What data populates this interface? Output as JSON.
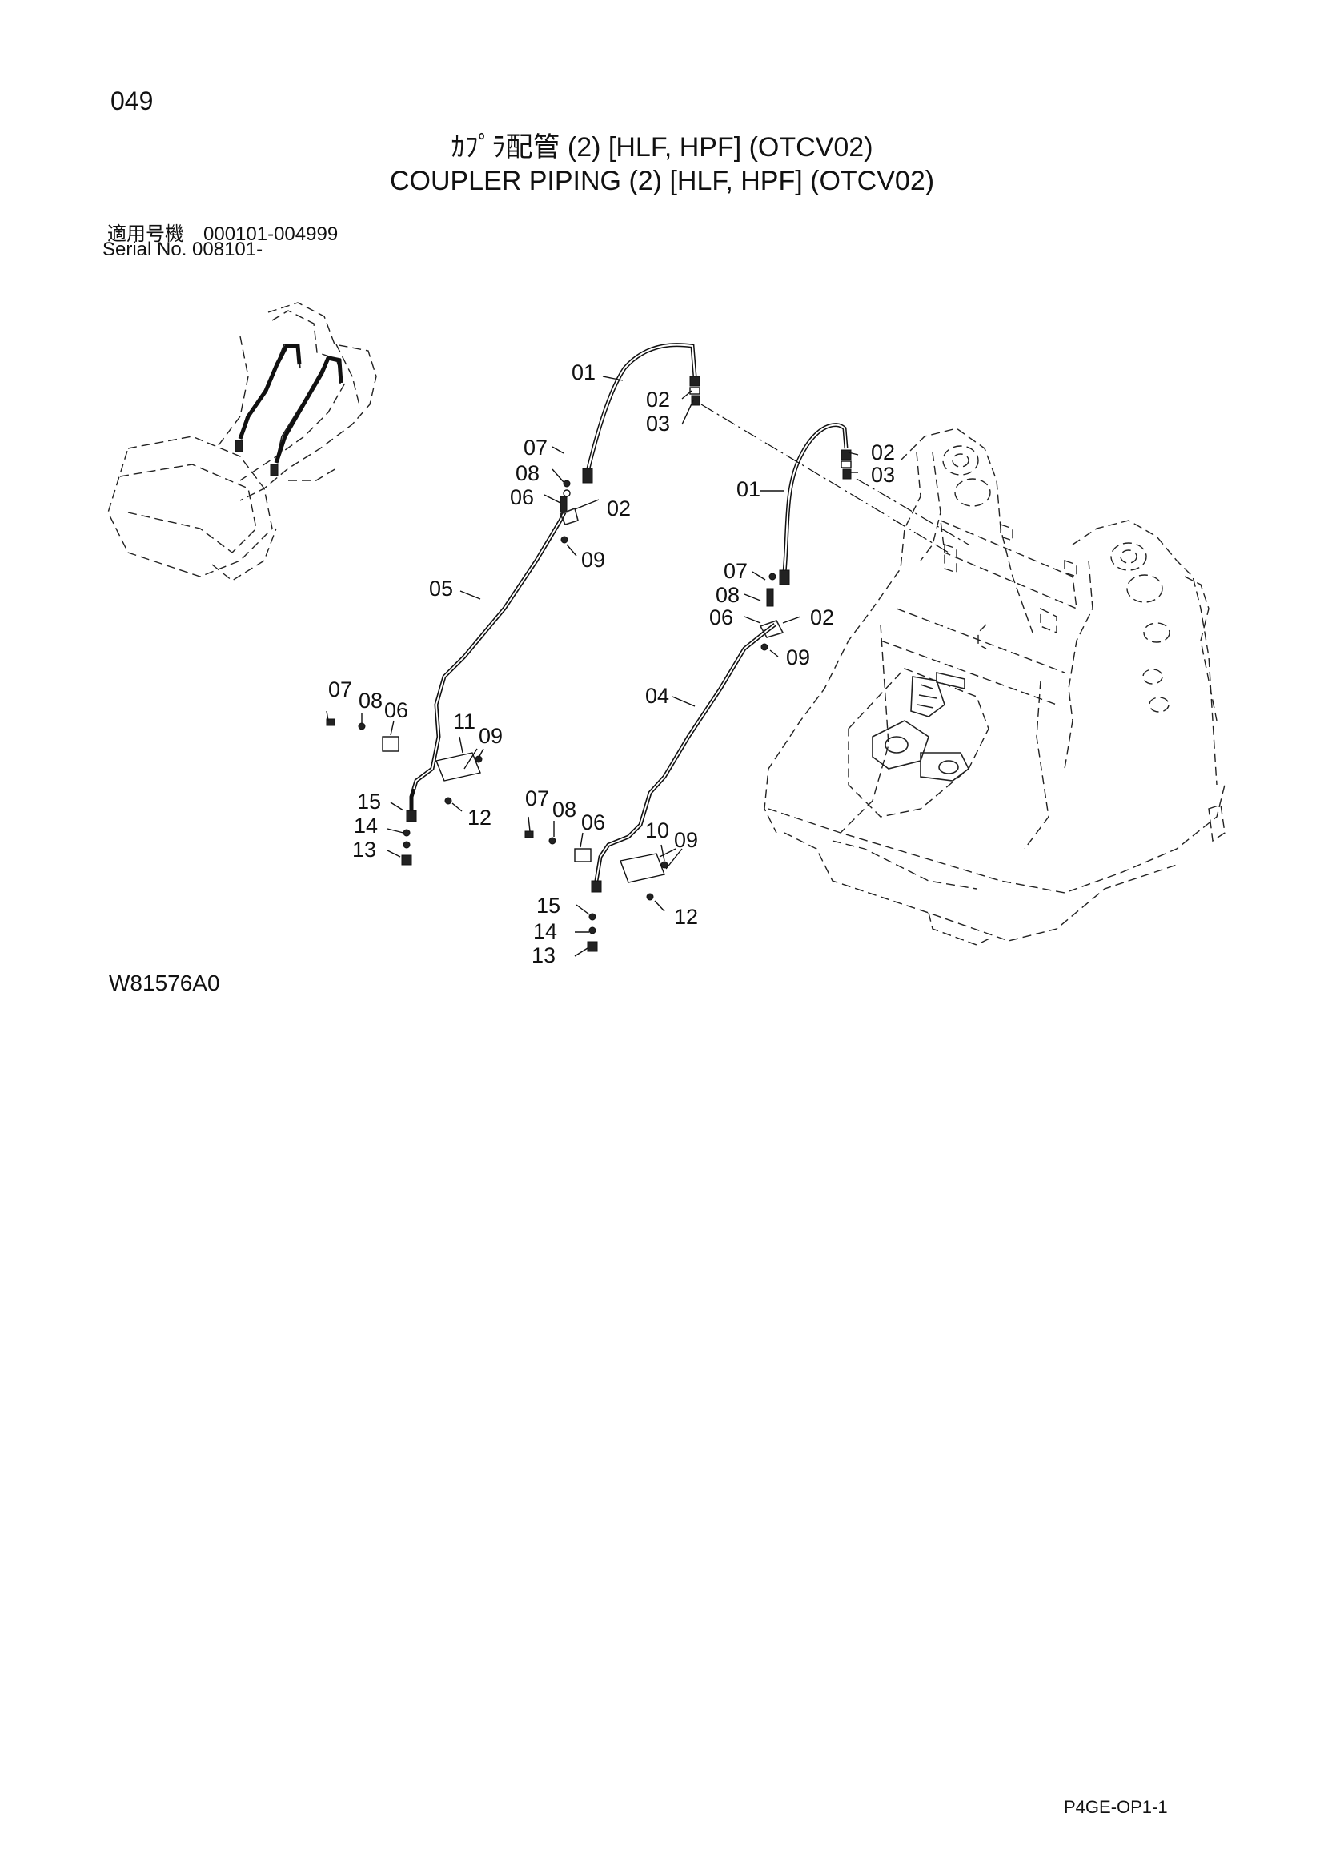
{
  "page": {
    "number": "049",
    "title_jp": "ｶﾌﾟﾗ配管 (2) [HLF, HPF] (OTCV02)",
    "title_en": "COUPLER PIPING (2) [HLF, HPF] (OTCV02)",
    "serial_jp": "適用号機　000101-004999",
    "serial_en": "Serial  No.  008101-",
    "drawing_id": "W81576A0",
    "page_code": "P4GE-OP1-1"
  },
  "callouts": {
    "left": {
      "hose": "01",
      "connector_a": "02",
      "connector_b": "03",
      "upper_bolt": "07",
      "upper_washer": "08",
      "upper_clamp": "06",
      "upper_elbow": "02",
      "upper_nut": "09",
      "pipe": "05",
      "lower_bolt": "07",
      "lower_washer": "08",
      "lower_clamp": "06",
      "bracket": "11",
      "bracket_nut": "09",
      "bracket_bolt": "12",
      "fit_15": "15",
      "fit_14": "14",
      "fit_13": "13"
    },
    "right": {
      "hose": "01",
      "connector_a": "02",
      "connector_b": "03",
      "upper_bolt": "07",
      "upper_washer": "08",
      "upper_clamp": "06",
      "upper_elbow": "02",
      "upper_nut": "09",
      "pipe": "04",
      "lower_bolt": "07",
      "lower_washer": "08",
      "lower_clamp": "06",
      "bracket": "10",
      "bracket_nut": "09",
      "bracket_bolt": "12",
      "fit_15": "15",
      "fit_14": "14",
      "fit_13": "13"
    }
  }
}
